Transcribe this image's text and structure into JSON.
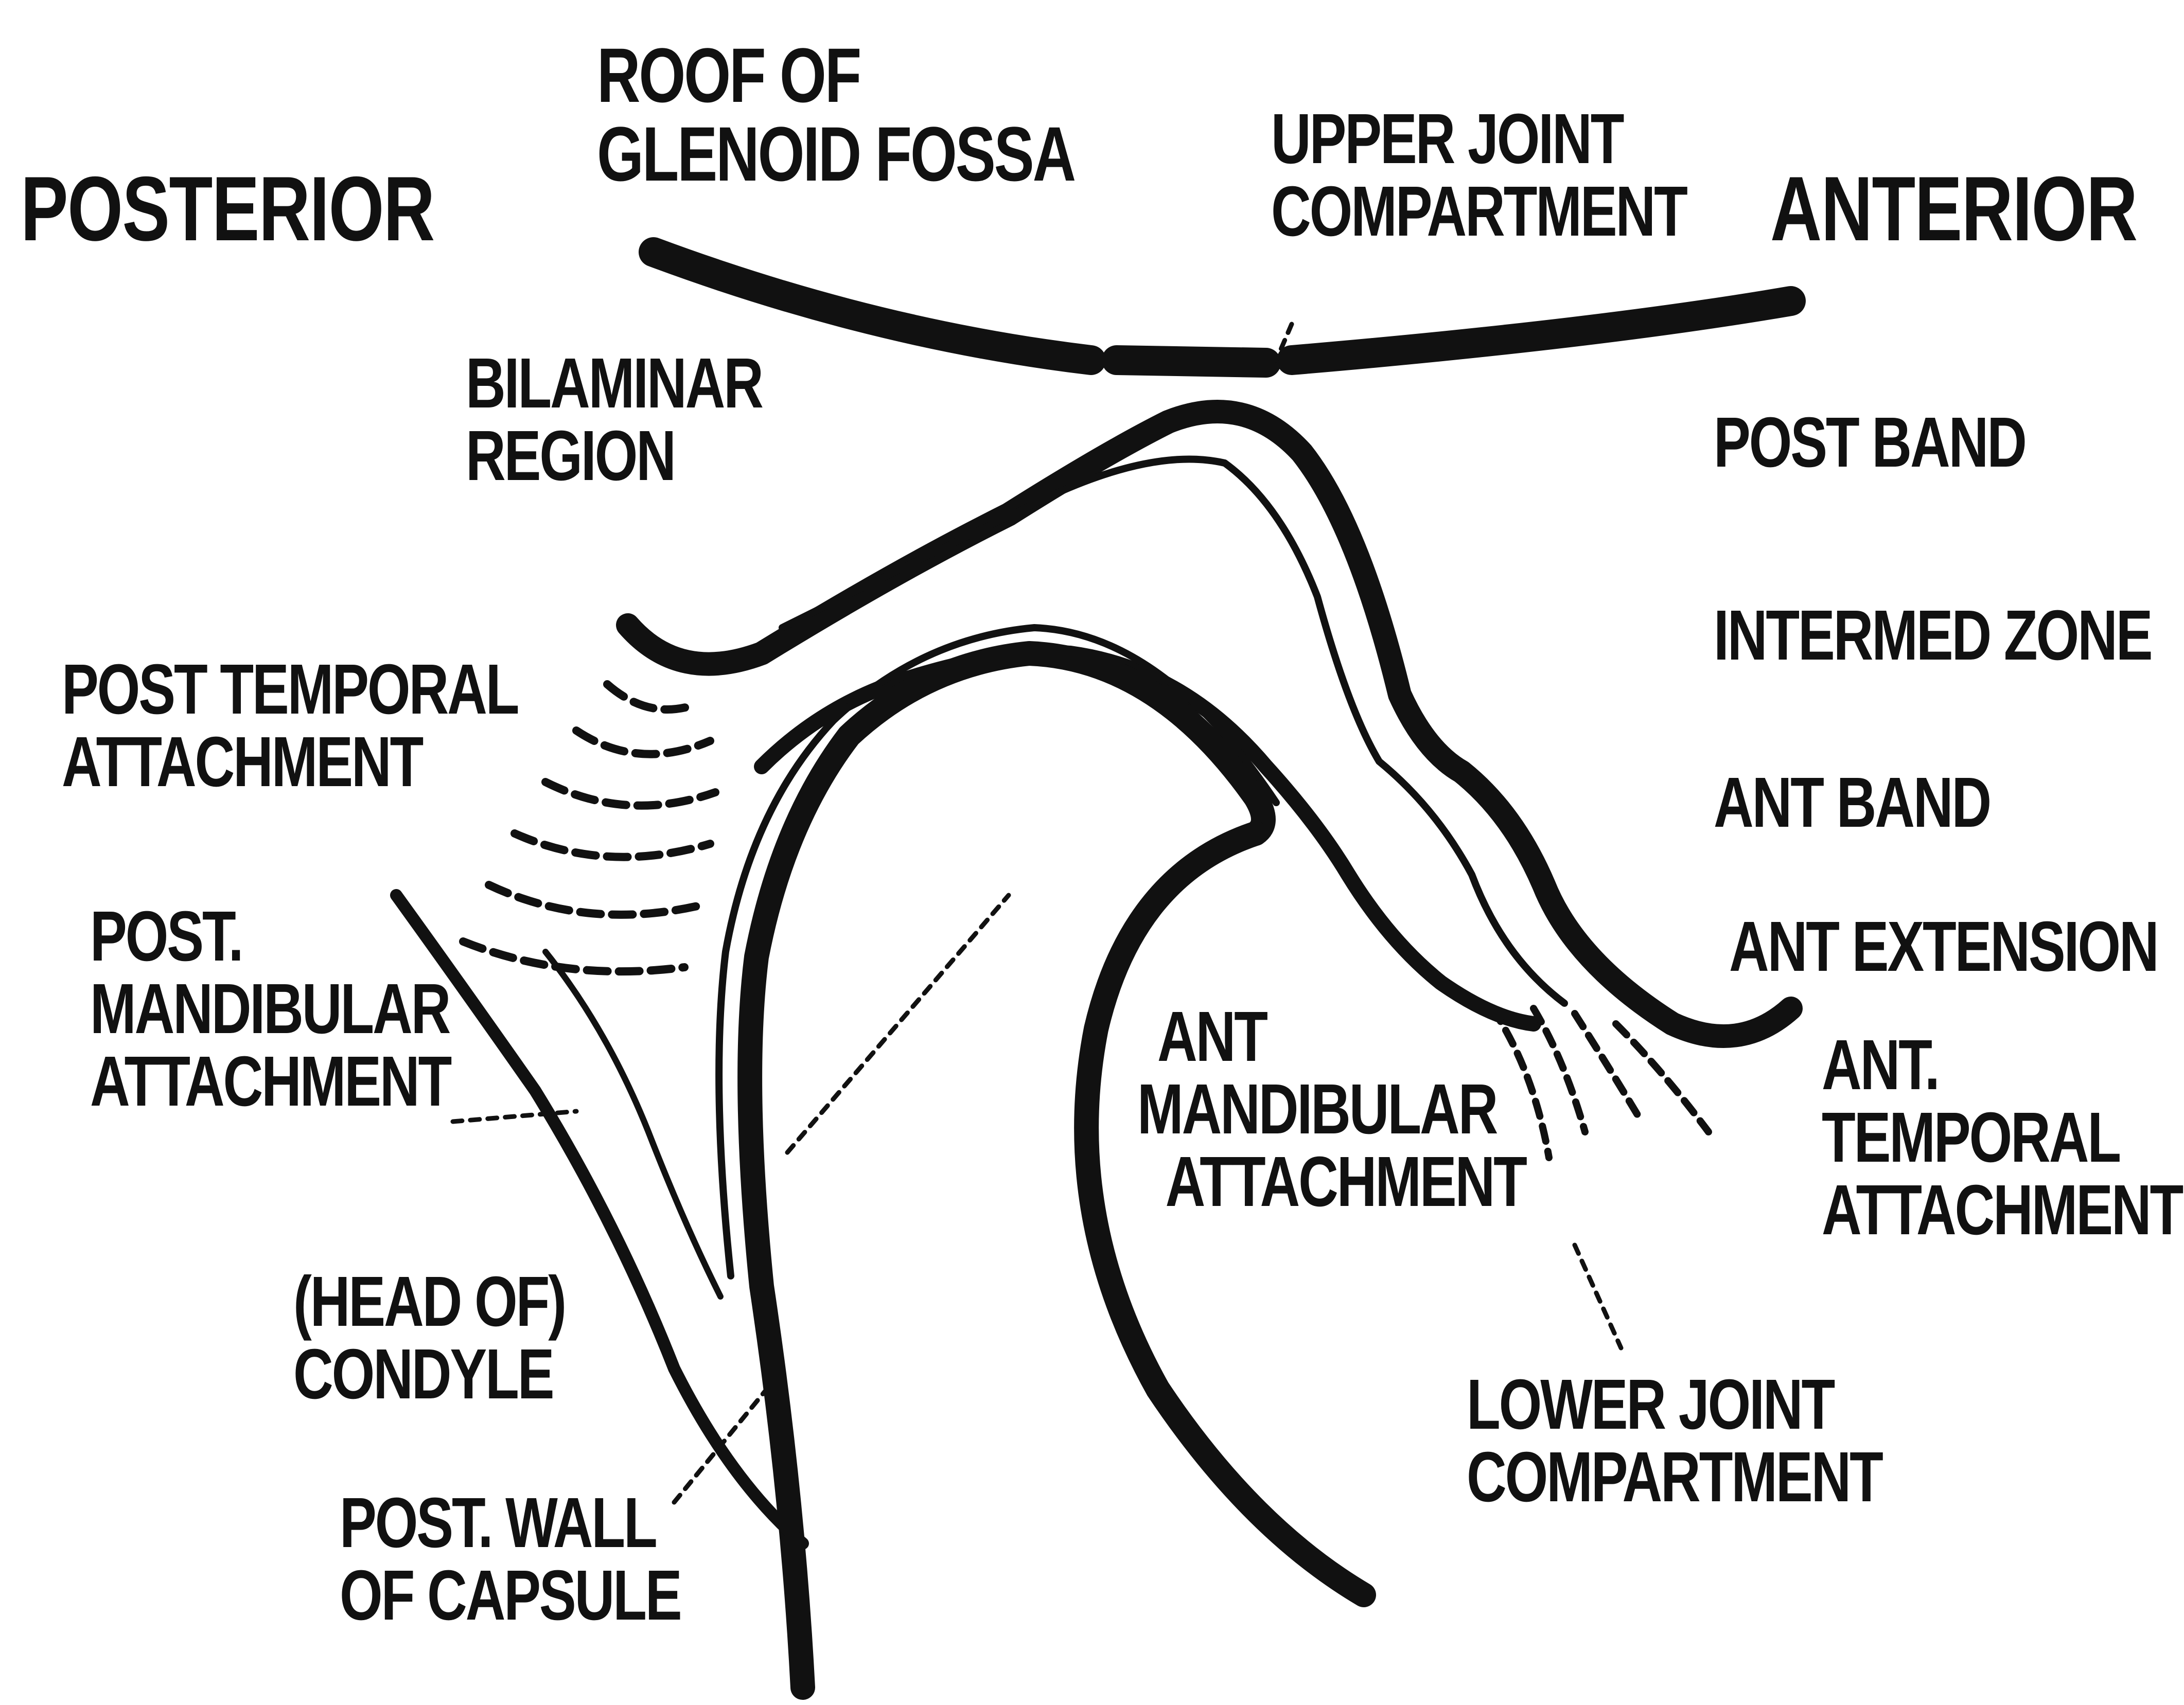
{
  "labels": {
    "posterior": "POSTERIOR",
    "anterior": "ANTERIOR",
    "roof": [
      "ROOF OF",
      "GLENOID FOSSA"
    ],
    "upper_joint": [
      "UPPER JOINT",
      "COMPARTMENT"
    ],
    "bilaminar": [
      "BILAMINAR",
      "REGION"
    ],
    "post_band": "POST BAND",
    "intermed_zone": "INTERMED ZONE",
    "ant_band": "ANT BAND",
    "ant_extension": "ANT EXTENSION",
    "post_temporal": [
      "POST TEMPORAL",
      "ATTACHMENT"
    ],
    "post_mandibular": [
      "POST.",
      "MANDIBULAR",
      "ATTACHMENT"
    ],
    "ant_mandibular": [
      "ANT",
      "MANDIBULAR",
      "ATTACHMENT"
    ],
    "ant_temporal": [
      "ANT.",
      "TEMPORAL",
      "ATTACHMENT"
    ],
    "head_condyle": [
      "(HEAD OF)",
      "CONDYLE"
    ],
    "lower_joint": [
      "LOWER JOINT",
      "COMPARTMENT"
    ],
    "post_wall": [
      "POST. WALL",
      "OF CAPSULE"
    ]
  },
  "colors": {
    "ink": "#111111",
    "paper": "#ffffff"
  }
}
